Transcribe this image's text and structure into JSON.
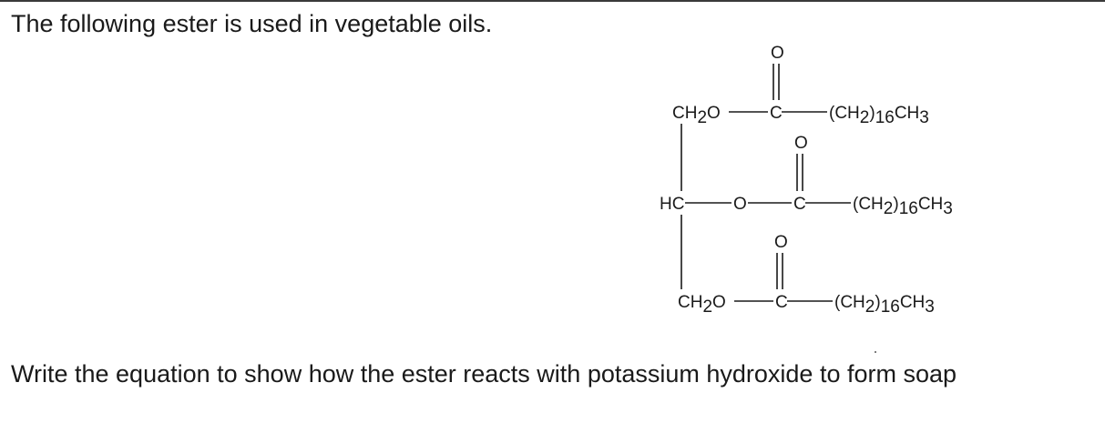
{
  "question": {
    "intro": "The following ester is used in vegetable oils.",
    "prompt": "Write the equation to show how the ester reacts with potassium hydroxide to form soap"
  },
  "structure": {
    "backbone": {
      "ch2_top": "CH",
      "ch2_top_sub": "2",
      "ch2_top_o": "O",
      "hc": "HC",
      "ester_o": "O",
      "ch2_bottom": "CH",
      "ch2_bottom_sub": "2",
      "ch2_bottom_o": "O"
    },
    "chains": [
      {
        "carbonyl_o": "O",
        "carbon": "C",
        "chain_a": "(CH",
        "sub_a": "2",
        "chain_b": ")",
        "sub_b": "16",
        "chain_c": "CH",
        "sub_c": "3"
      },
      {
        "carbonyl_o": "O",
        "carbon": "C",
        "chain_a": "(CH",
        "sub_a": "2",
        "chain_b": ")",
        "sub_b": "16",
        "chain_c": "CH",
        "sub_c": "3"
      },
      {
        "carbonyl_o": "O",
        "carbon": "C",
        "chain_a": "(CH",
        "sub_a": "2",
        "chain_b": ")",
        "sub_b": "16",
        "chain_c": "CH",
        "sub_c": "3"
      }
    ]
  }
}
